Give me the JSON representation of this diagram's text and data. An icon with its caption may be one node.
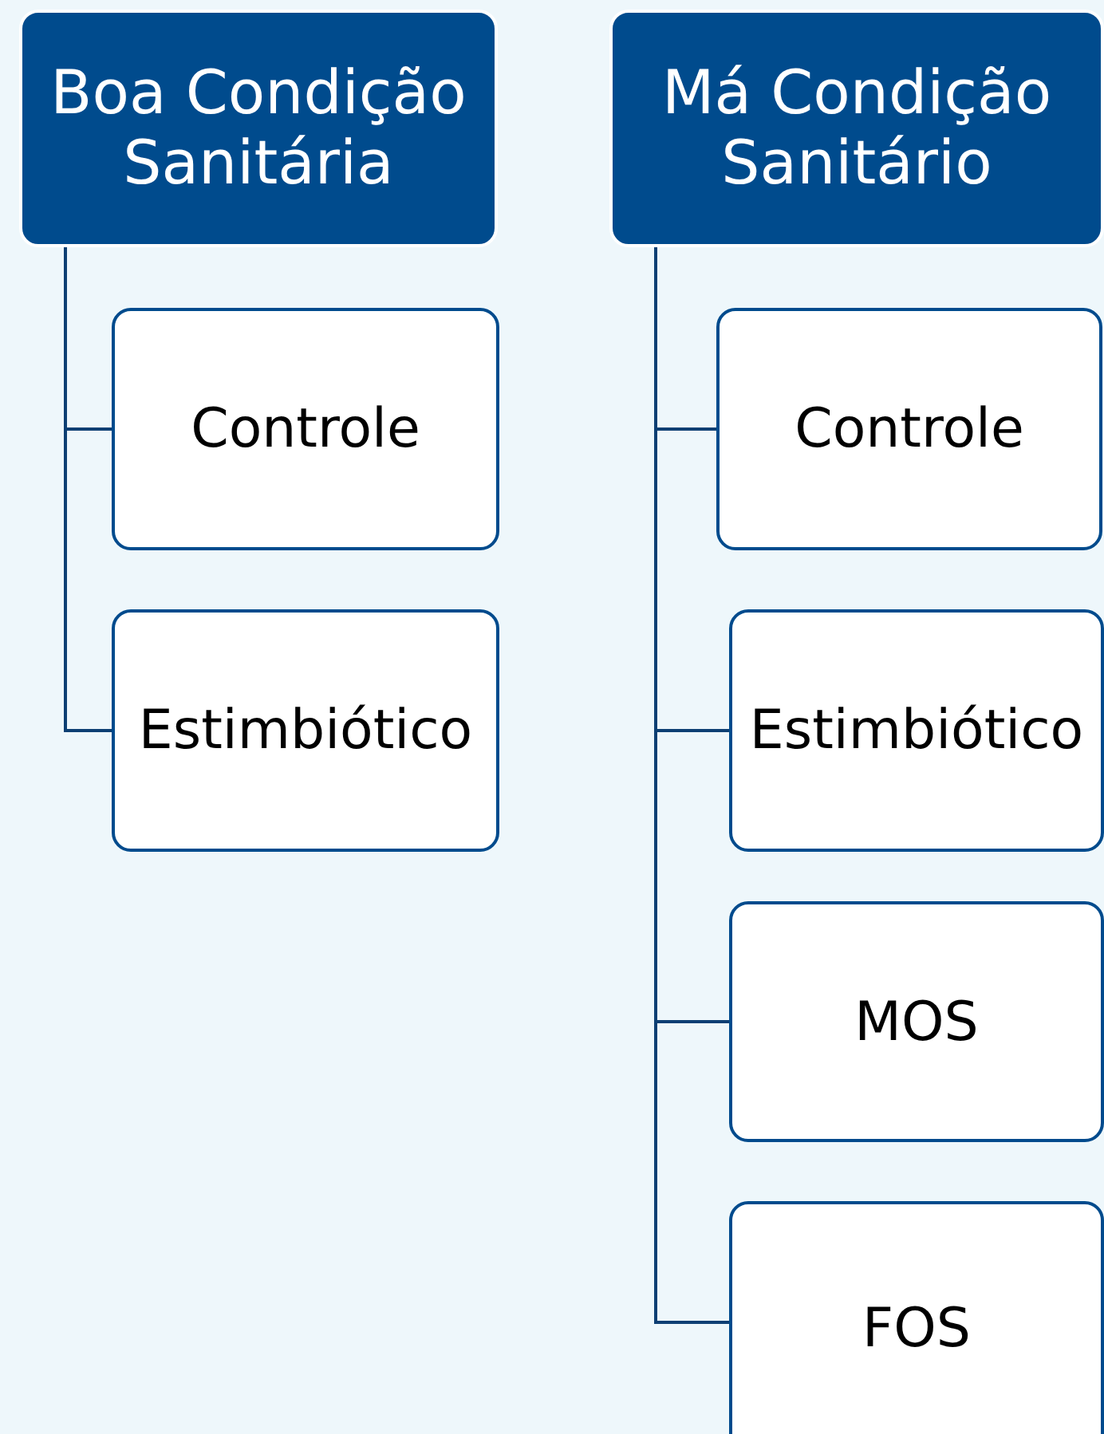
{
  "diagram": {
    "nodes": [
      {
        "text": [
          "Boa Condição Sanitária"
        ]
      },
      {
        "text": [
          "Controle"
        ]
      },
      {
        "text": [
          "Estimbiótico"
        ]
      },
      {
        "text": [
          "Má Condição Sanitário"
        ]
      },
      {
        "text": [
          "Controle"
        ]
      },
      {
        "text": [
          "Estimbiótico"
        ]
      },
      {
        "text": [
          "MOS"
        ]
      },
      {
        "text": [
          "FOS"
        ]
      }
    ],
    "edges": [
      {
        "from": 0,
        "to": 1,
        "arrow": "none"
      },
      {
        "from": 0,
        "to": 2,
        "arrow": "none"
      },
      {
        "from": 3,
        "to": 4,
        "arrow": "none"
      },
      {
        "from": 3,
        "to": 5,
        "arrow": "none"
      },
      {
        "from": 3,
        "to": 6,
        "arrow": "none"
      },
      {
        "from": 3,
        "to": 7,
        "arrow": "none"
      }
    ]
  }
}
